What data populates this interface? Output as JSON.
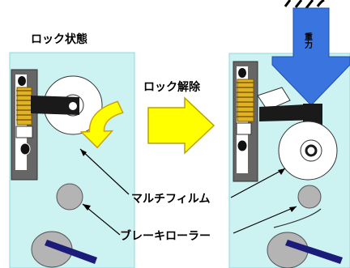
{
  "diagram": {
    "labels": {
      "lock_state": "ロック状態",
      "lock_release": "ロック解除",
      "gravity": "重力",
      "multi_film": "マルチフィルム",
      "brake_roller": "ブレーキローラー"
    },
    "colors": {
      "panel_fill": "#ccf2f2",
      "panel_stroke": "#8fd8dc",
      "gray_bracket": "#666666",
      "black_part": "#1a1a1a",
      "spring_gold": "#e2b320",
      "roller_gray": "#b4b4b4",
      "navy_bar": "#1b1b7a",
      "yellow_arrow": "#ffff00",
      "blue_arrow": "#3a75df"
    }
  }
}
